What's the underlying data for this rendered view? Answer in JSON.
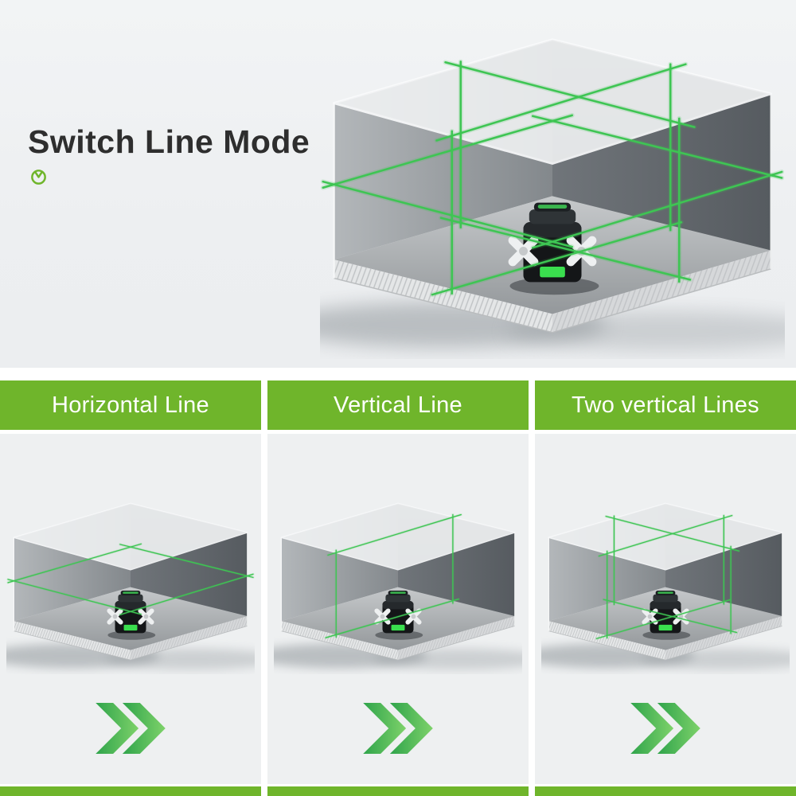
{
  "hero": {
    "title": "Switch Line Mode",
    "room_mode": "all"
  },
  "sections": {
    "panels": [
      {
        "label": "Horizontal Line",
        "mode": "horizontal"
      },
      {
        "label": "Vertical Line",
        "mode": "vertical"
      },
      {
        "label": "Two vertical Lines",
        "mode": "two_vertical"
      }
    ]
  },
  "colors": {
    "header_green": "#6fb52b",
    "laser_green": "#3ec553",
    "chevron_green_dark": "#2fa44b",
    "chevron_green_light": "#7ed26a",
    "background_gray": "#eef0f1",
    "title_dark": "#2e2e2e"
  },
  "icons": {
    "brand": "circle-v-icon",
    "panel_arrow": "double-chevron-right-icon"
  }
}
